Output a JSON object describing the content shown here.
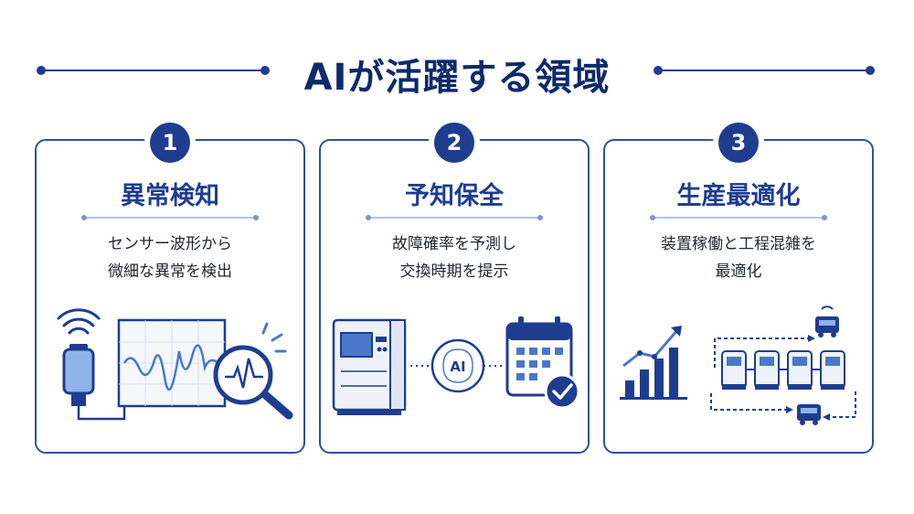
{
  "title": "AIが活躍する領域",
  "cards": [
    {
      "number": "1",
      "heading": "異常検知",
      "description": [
        "センサー波形から",
        "微細な異常を検出"
      ],
      "icons": [
        "wifi-icon",
        "sensor-icon",
        "waveform-monitor-icon",
        "magnifier-icon"
      ]
    },
    {
      "number": "2",
      "heading": "予知保全",
      "description": [
        "故障確率を予測し",
        "交換時期を提示"
      ],
      "ai_label": "AI",
      "icons": [
        "machine-icon",
        "ai-brain-icon",
        "calendar-icon",
        "check-icon"
      ]
    },
    {
      "number": "3",
      "heading": "生産最適化",
      "description": [
        "装置稼働と工程混雑を",
        "最適化"
      ],
      "icons": [
        "bar-chart-icon",
        "trend-arrow-icon",
        "equipment-flow-icon",
        "agv-icon"
      ]
    }
  ],
  "colors": {
    "primary": "#1f3d8f",
    "accent": "#2e4fa3",
    "light": "#b5c3e4"
  }
}
